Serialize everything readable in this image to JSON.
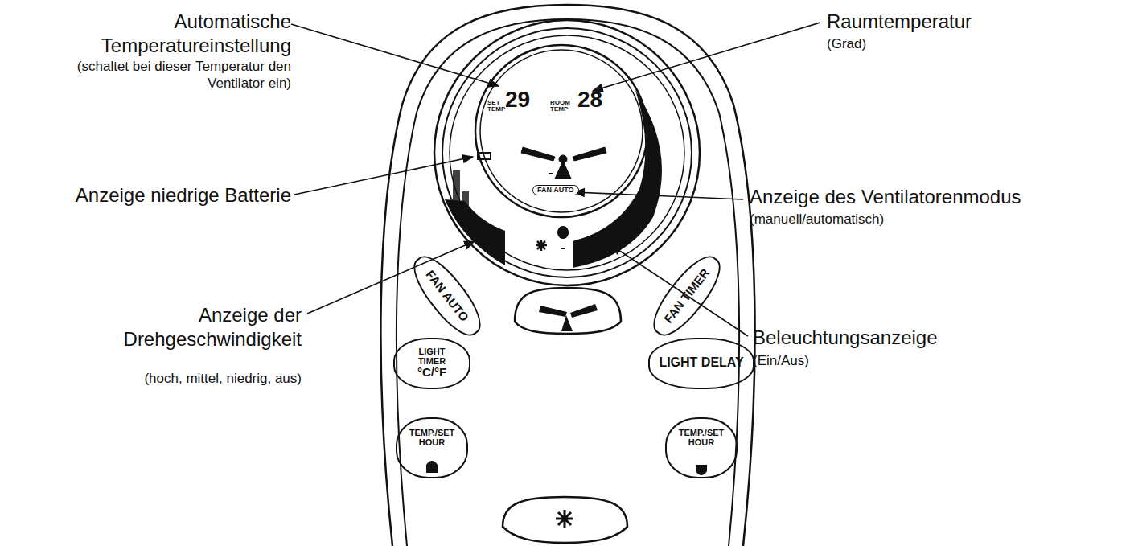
{
  "diagram": {
    "nodes": [
      {
        "text": [
          "FAN AUTO"
        ]
      },
      {
        "text": [
          "FAN TIMER"
        ]
      },
      {
        "text": [
          "LIGHT TIMER",
          "°C/°F"
        ]
      },
      {
        "text": [
          "LIGHT DELAY"
        ]
      },
      {
        "text": [
          "TEMP./SET HOUR"
        ]
      },
      {
        "text": [
          "TEMP./SET HOUR"
        ]
      }
    ],
    "edges": [],
    "labels": [
      "Automatische Temperatureinstellung",
      "(schaltet bei dieser Temperatur den Ventilator ein)",
      "Anzeige niedrige Batterie",
      "Anzeige der Drehgeschwindigkeit",
      "(hoch, mittel, niedrig, aus)",
      "Raumtemperatur",
      "(Grad)",
      "Anzeige des Ventilatorenmodus",
      "(manuell/automatisch)",
      "Beleuchtungsanzeige",
      "(Ein/Aus)",
      "SET TEMP",
      "29",
      "ROOM TEMP",
      "28",
      "FAN AUTO"
    ]
  }
}
